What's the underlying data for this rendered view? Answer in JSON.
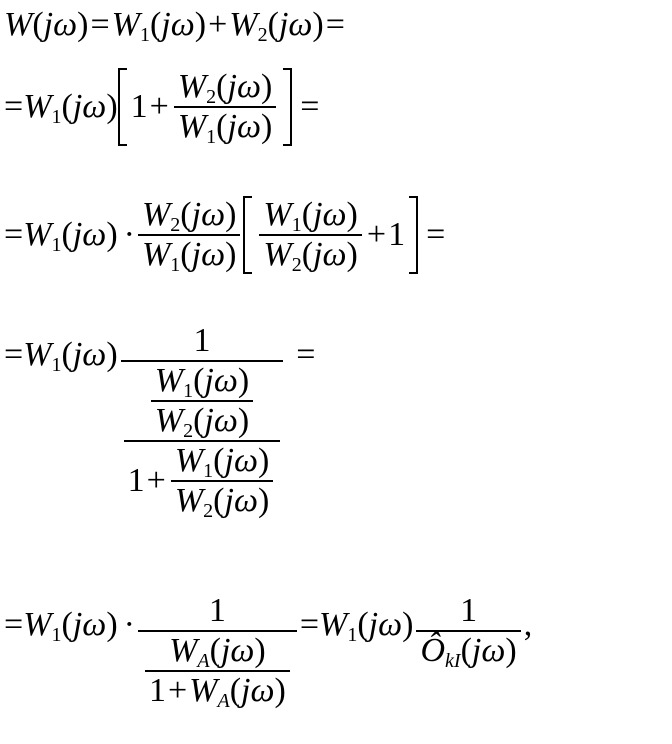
{
  "symbols": {
    "W": "W",
    "j": "j",
    "omega": "ω",
    "one": "1",
    "sub1": "1",
    "sub2": "2",
    "subA": "A",
    "subkI": "kI",
    "O_hat": "Ô",
    "eq": "=",
    "plus": "+",
    "cdot": "·",
    "lparen": "(",
    "rparen": ")",
    "comma": ","
  }
}
